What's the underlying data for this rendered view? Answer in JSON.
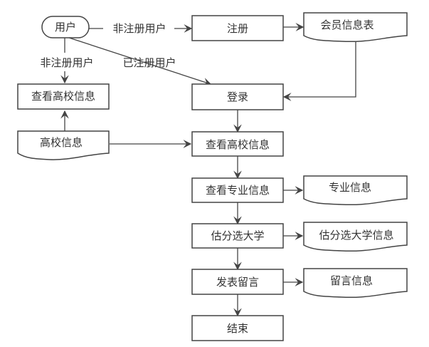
{
  "diagram": {
    "type": "flowchart",
    "nodes": {
      "user": {
        "label": "用户",
        "shape": "terminal"
      },
      "register": {
        "label": "注册",
        "shape": "process"
      },
      "member_table": {
        "label": "会员信息表",
        "shape": "document"
      },
      "view_school_left": {
        "label": "查看高校信息",
        "shape": "process"
      },
      "login": {
        "label": "登录",
        "shape": "process"
      },
      "school_info": {
        "label": "高校信息",
        "shape": "document"
      },
      "view_school_main": {
        "label": "查看高校信息",
        "shape": "process"
      },
      "view_major": {
        "label": "查看专业信息",
        "shape": "process"
      },
      "major_info": {
        "label": "专业信息",
        "shape": "document"
      },
      "estimate": {
        "label": "估分选大学",
        "shape": "process"
      },
      "estimate_info": {
        "label": "估分选大学信息",
        "shape": "document"
      },
      "post_msg": {
        "label": "发表留言",
        "shape": "process"
      },
      "msg_info": {
        "label": "留言信息",
        "shape": "document"
      },
      "end": {
        "label": "结束",
        "shape": "process"
      }
    },
    "edge_labels": {
      "unregistered_right": "非注册用户",
      "unregistered_down": "非注册用户",
      "registered": "已注册用户"
    },
    "edges": [
      {
        "from": "user",
        "to": "register",
        "label": "非注册用户"
      },
      {
        "from": "user",
        "to": "view_school_left",
        "label": "非注册用户"
      },
      {
        "from": "user",
        "to": "login",
        "label": "已注册用户"
      },
      {
        "from": "register",
        "to": "member_table"
      },
      {
        "from": "member_table",
        "to": "login"
      },
      {
        "from": "school_info",
        "to": "view_school_left"
      },
      {
        "from": "school_info",
        "to": "view_school_main"
      },
      {
        "from": "login",
        "to": "view_school_main"
      },
      {
        "from": "view_school_main",
        "to": "view_major"
      },
      {
        "from": "view_major",
        "to": "major_info"
      },
      {
        "from": "view_major",
        "to": "estimate"
      },
      {
        "from": "estimate",
        "to": "estimate_info"
      },
      {
        "from": "estimate",
        "to": "post_msg"
      },
      {
        "from": "post_msg",
        "to": "msg_info"
      },
      {
        "from": "post_msg",
        "to": "end"
      }
    ]
  }
}
